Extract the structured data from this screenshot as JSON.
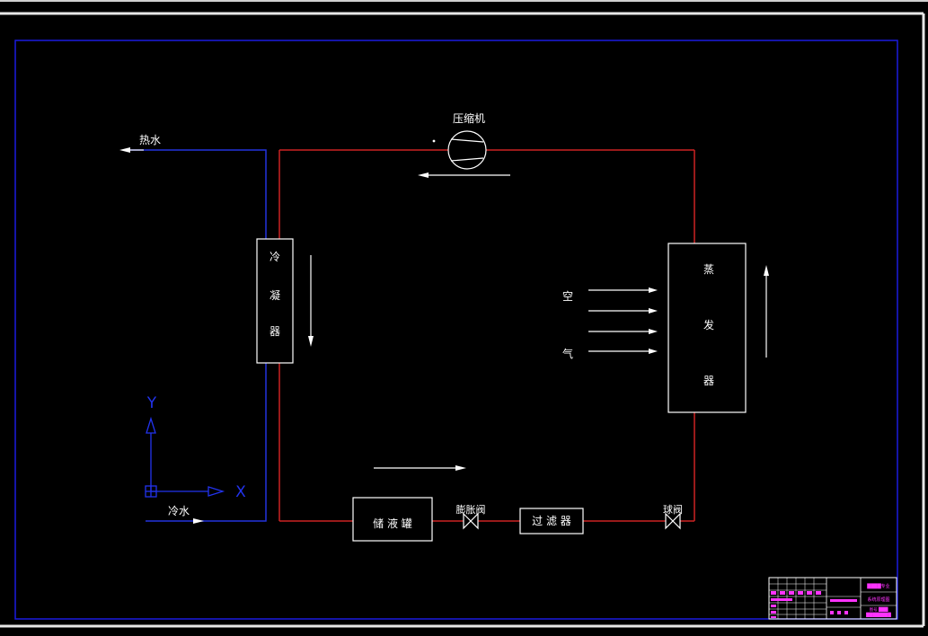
{
  "compressor": {
    "label": "压缩机"
  },
  "hot_water": {
    "label": "热水"
  },
  "cold_water": {
    "label": "冷水"
  },
  "condenser": {
    "chars": [
      "冷",
      "凝",
      "器"
    ]
  },
  "evaporator": {
    "chars": [
      "蒸",
      "发",
      "器"
    ]
  },
  "air": {
    "chars": [
      "空",
      "气"
    ]
  },
  "receiver": {
    "label": "储 液 罐"
  },
  "expansion_valve": {
    "label": "膨胀阀"
  },
  "filter": {
    "label": "过 滤 器"
  },
  "ball_valve": {
    "label": "球阀"
  },
  "ucs": {
    "y": "Y",
    "x": "X"
  },
  "title_block": {
    "line1": "████专业",
    "line2": "系统原理图",
    "line3": "图号 ███",
    "line4": "████████"
  },
  "colors": {
    "background": "#000000",
    "refrigerant_line": "#cc2222",
    "water_line": "#2233dd",
    "frame": "#1a1adf",
    "symbol": "#ffffff",
    "ucs": "#2233ee",
    "title_text": "#ff33ff"
  }
}
